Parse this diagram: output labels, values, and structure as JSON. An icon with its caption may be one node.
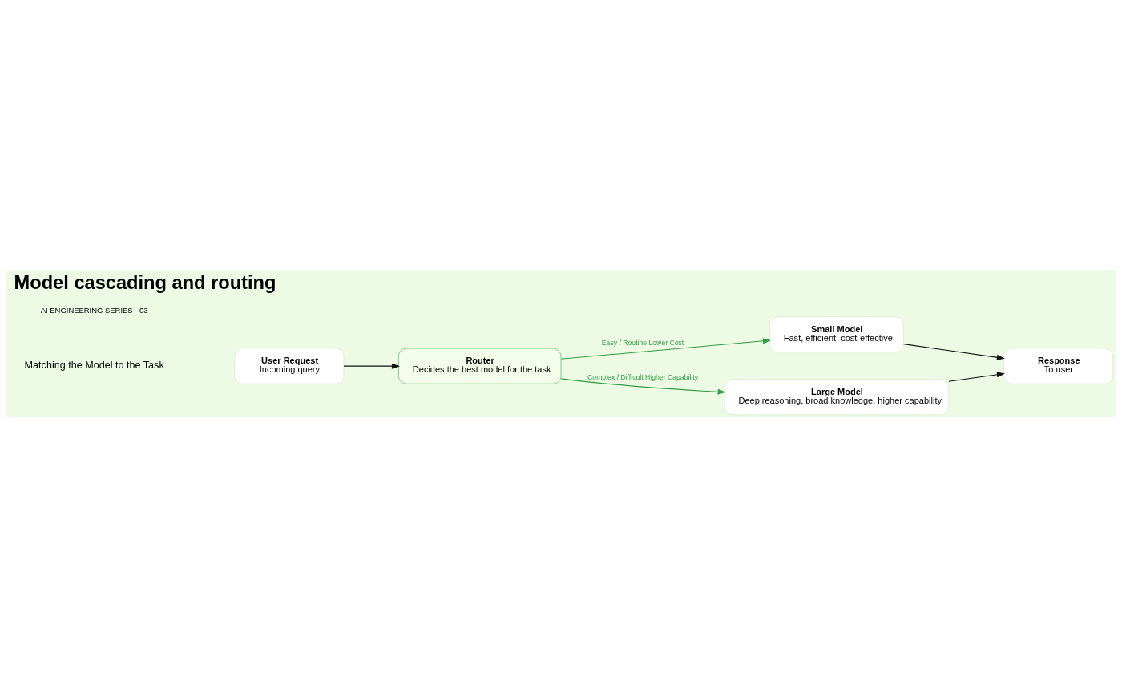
{
  "diagram": {
    "title": "Model cascading and routing",
    "nodes": [
      {
        "text": [
          "User Request",
          "Incoming query"
        ]
      },
      {
        "text": [
          "Router",
          "Decides the best model for the task"
        ]
      },
      {
        "text": [
          "Small Model",
          "Fast, efficient, cost-effective"
        ]
      },
      {
        "text": [
          "Large Model",
          "Deep reasoning, broad knowledge, higher capability"
        ]
      },
      {
        "text": [
          "Response",
          "To user"
        ]
      }
    ],
    "edges": [
      {
        "from": 0,
        "to": 1,
        "arrow": "to"
      },
      {
        "from": 1,
        "to": 2,
        "arrow": "to",
        "label": "Easy / Routine Lower Cost",
        "color": "#2e9e44"
      },
      {
        "from": 1,
        "to": 3,
        "arrow": "to",
        "label": "Complex / Difficult Higher Capability",
        "color": "#2e9e44"
      },
      {
        "from": 2,
        "to": 4,
        "arrow": "to"
      },
      {
        "from": 3,
        "to": 4,
        "arrow": "to"
      }
    ],
    "labels": [
      "AI ENGINEERING SERIES · 03",
      "Matching the Model to the Task"
    ]
  }
}
